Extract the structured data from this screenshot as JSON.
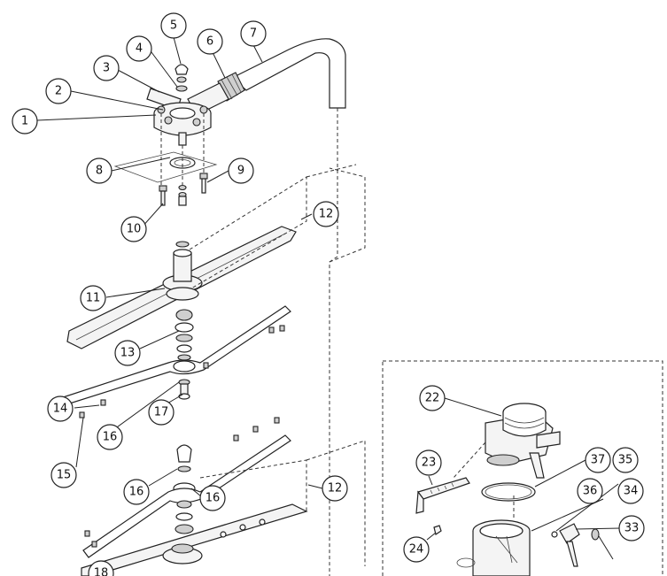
{
  "callouts": [
    {
      "id": "1",
      "label": "1"
    },
    {
      "id": "2",
      "label": "2"
    },
    {
      "id": "3",
      "label": "3"
    },
    {
      "id": "4",
      "label": "4"
    },
    {
      "id": "5",
      "label": "5"
    },
    {
      "id": "6",
      "label": "6"
    },
    {
      "id": "7",
      "label": "7"
    },
    {
      "id": "8",
      "label": "8"
    },
    {
      "id": "9",
      "label": "9"
    },
    {
      "id": "10",
      "label": "10"
    },
    {
      "id": "11",
      "label": "11"
    },
    {
      "id": "12a",
      "label": "12"
    },
    {
      "id": "12b",
      "label": "12"
    },
    {
      "id": "13",
      "label": "13"
    },
    {
      "id": "14",
      "label": "14"
    },
    {
      "id": "15",
      "label": "15"
    },
    {
      "id": "16a",
      "label": "16"
    },
    {
      "id": "16b",
      "label": "16"
    },
    {
      "id": "16c",
      "label": "16"
    },
    {
      "id": "17",
      "label": "17"
    },
    {
      "id": "22",
      "label": "22"
    },
    {
      "id": "23",
      "label": "23"
    },
    {
      "id": "24",
      "label": "24"
    },
    {
      "id": "33",
      "label": "33"
    },
    {
      "id": "34",
      "label": "34"
    },
    {
      "id": "35",
      "label": "35"
    },
    {
      "id": "36",
      "label": "36"
    },
    {
      "id": "37",
      "label": "37"
    },
    {
      "id": "18",
      "label": "18"
    }
  ]
}
